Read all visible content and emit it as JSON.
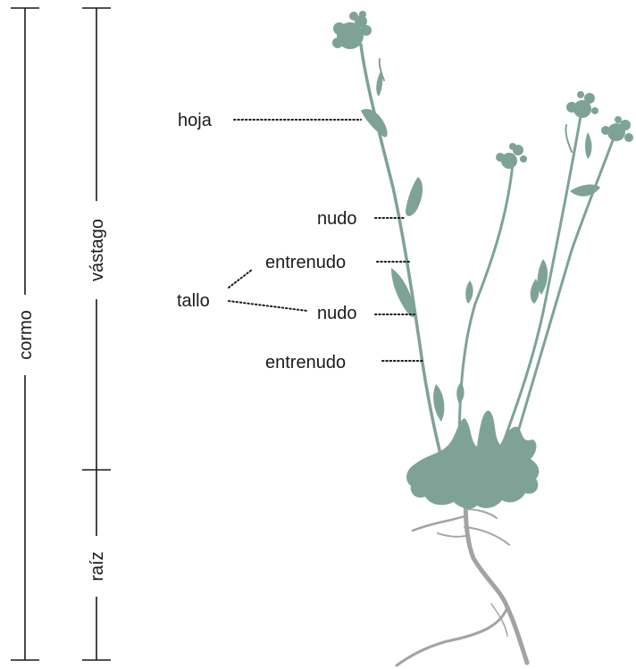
{
  "labels": {
    "cormo": "cormo",
    "vastago": "vástago",
    "raiz": "raíz",
    "hoja": "hoja",
    "nudo_upper": "nudo",
    "entrenudo_upper": "entrenudo",
    "tallo": "tallo",
    "nudo_lower": "nudo",
    "entrenudo_lower": "entrenudo"
  },
  "colors": {
    "plant": "#7ea396",
    "root": "#a3a3a3",
    "ink": "#1a1a1a"
  }
}
